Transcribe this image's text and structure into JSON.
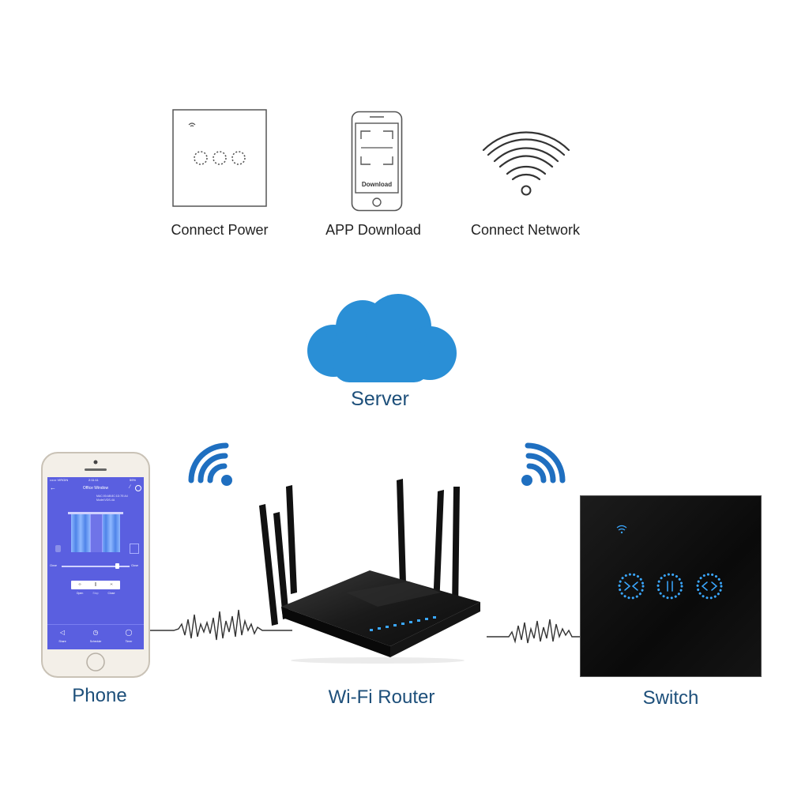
{
  "steps": [
    {
      "label": "Connect Power",
      "icon": "wall-switch-outline-icon"
    },
    {
      "label": "APP Download",
      "icon": "phone-download-icon"
    },
    {
      "label": "Connect Network",
      "icon": "wifi-icon"
    }
  ],
  "phone_icon_text": "Download",
  "server": {
    "label": "Server",
    "icon": "cloud-icon"
  },
  "nodes": {
    "phone": {
      "label": "Phone"
    },
    "router": {
      "label": "Wi-Fi Router"
    },
    "switch": {
      "label": "Switch"
    }
  },
  "app": {
    "status_left": "•••••• VIRGIN",
    "status_time": "2:11:11",
    "status_right": "59%",
    "title": "Office Window",
    "info_line1": "MAC:00:AB:8C:1D:7E:A4",
    "info_line2": "Model:VDS-4A",
    "slider_left": "Close",
    "slider_right": "Close",
    "controls": [
      "Open",
      "Stop",
      "Close"
    ],
    "nav": [
      "Share",
      "Schedule",
      "Timer"
    ]
  },
  "colors": {
    "cloud": "#2a8fd6",
    "wifi_blue": "#1f6fc0",
    "label_blue": "#1d4f7a",
    "app_purple": "#5a5fe0",
    "switch_led": "#3aa7ff"
  }
}
